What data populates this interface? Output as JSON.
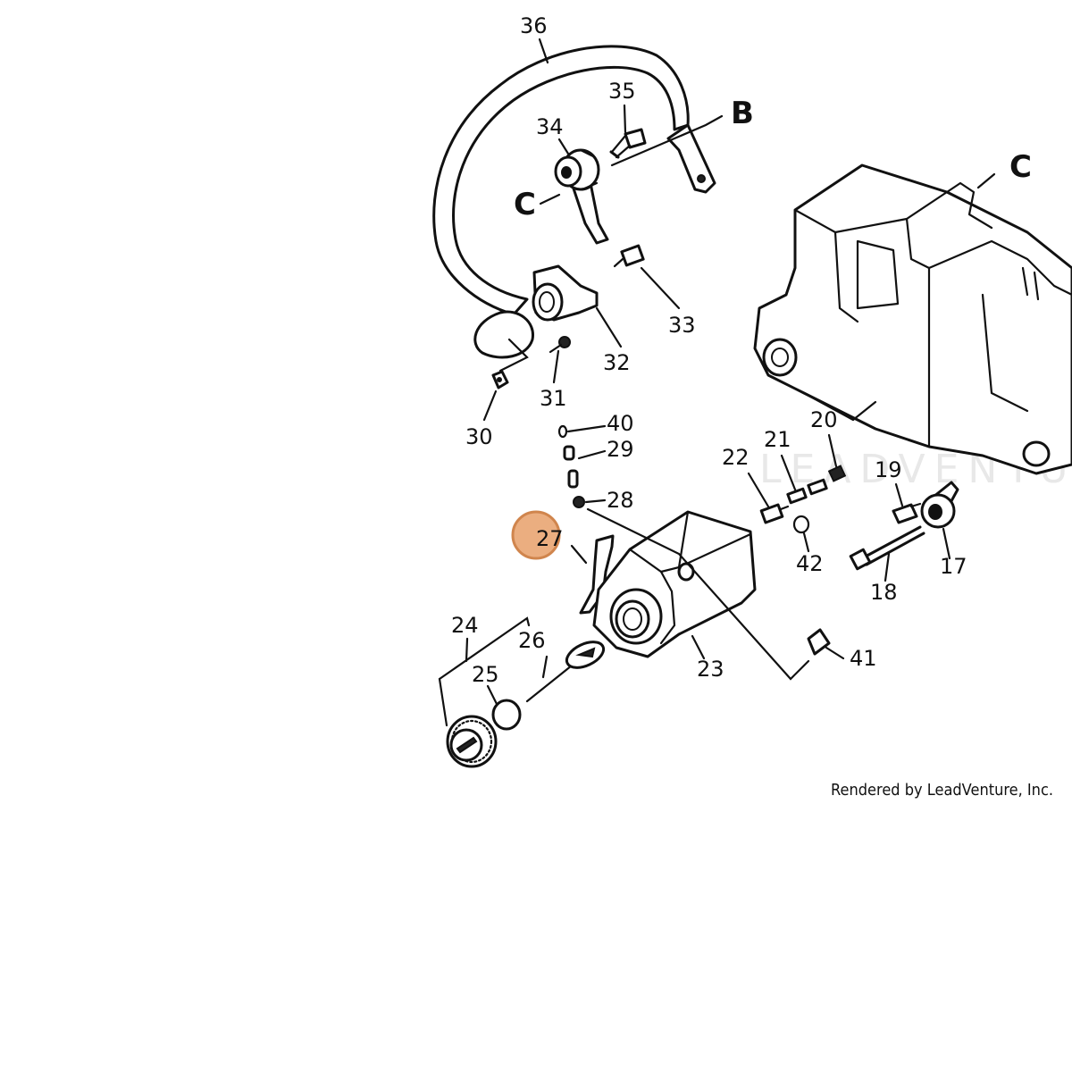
{
  "diagram": {
    "callouts": [
      "17",
      "18",
      "19",
      "20",
      "21",
      "22",
      "23",
      "24",
      "25",
      "26",
      "27",
      "28",
      "29",
      "30",
      "31",
      "32",
      "33",
      "34",
      "35",
      "36",
      "40",
      "41",
      "42"
    ],
    "highlighted_callout": "27",
    "highlight_color": "#d9823b",
    "reference_letters": [
      "B",
      "C",
      "C"
    ],
    "watermark": "LEADVENTU",
    "credit": "Rendered by LeadVenture, Inc."
  }
}
